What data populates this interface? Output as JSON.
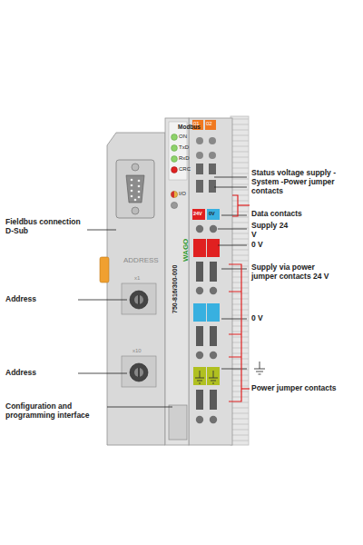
{
  "diagram": {
    "labels": [
      "Modbus",
      "ON",
      "TxD",
      "RxD",
      "CRC",
      "I/O",
      "ADDRESS",
      "x1",
      "x10",
      "750-816/300-000",
      "WAGO",
      "01",
      "02",
      "24V",
      "0V",
      "Fieldbus connection D-Sub",
      "Address",
      "Address",
      "Configuration and programming interface",
      "Status voltage supply -System -Power jumper contacts",
      "Data contacts",
      "Supply 24 V",
      "0 V",
      "Supply via power jumper contacts 24 V",
      "0 V",
      "Power jumper contacts"
    ]
  }
}
